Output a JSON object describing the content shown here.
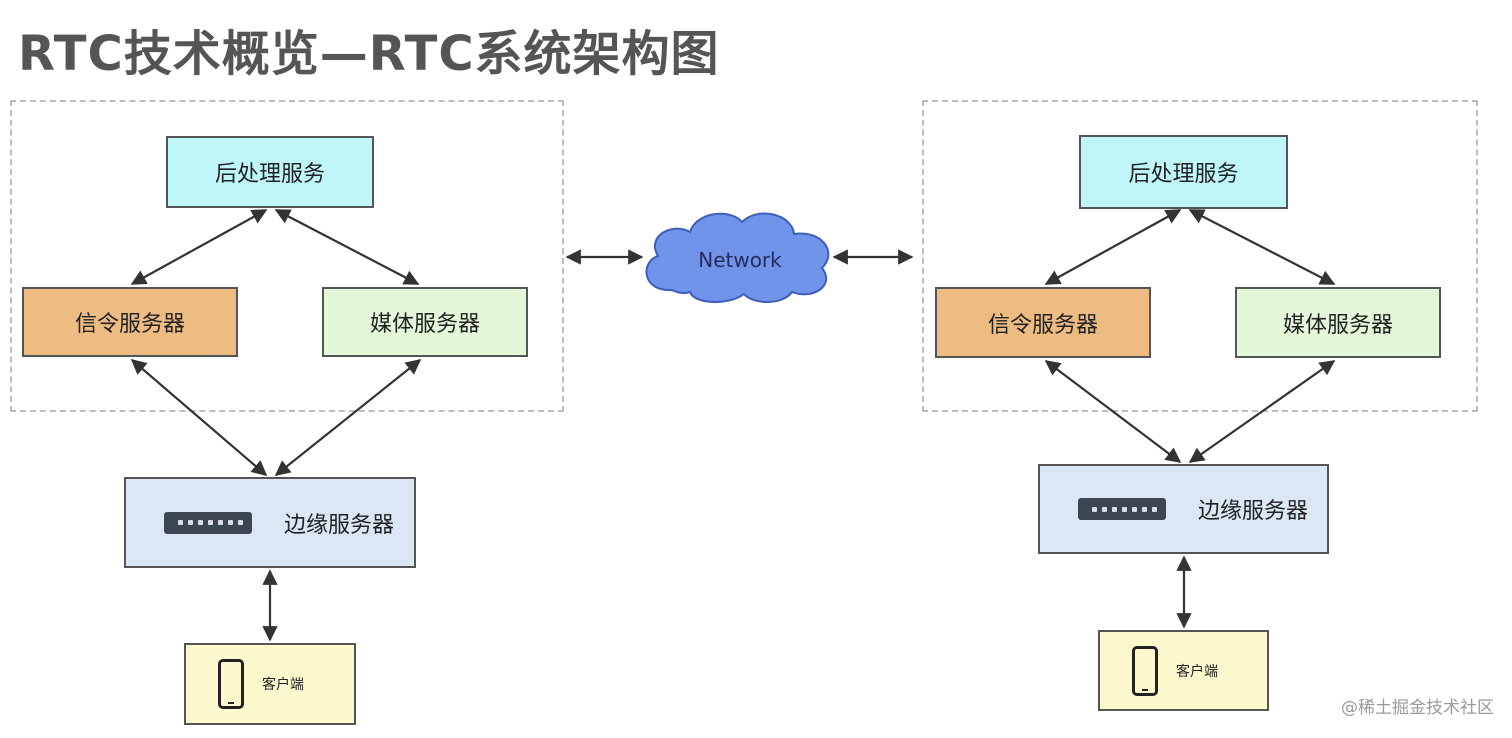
{
  "title": "RTC技术概览—RTC系统架构图",
  "left": {
    "post_processing": "后处理服务",
    "signaling_server": "信令服务器",
    "media_server": "媒体服务器",
    "edge_server": "边缘服务器",
    "client": "客户端"
  },
  "right": {
    "post_processing": "后处理服务",
    "signaling_server": "信令服务器",
    "media_server": "媒体服务器",
    "edge_server": "边缘服务器",
    "client": "客户端"
  },
  "network": {
    "label": "Network",
    "color": "#6f94ea"
  },
  "watermark": "@稀土掘金技术社区",
  "colors": {
    "post_processing": "#bff6f9",
    "signaling": "#eebb82",
    "media": "#e3f8d8",
    "edge": "#dce7f6",
    "client": "#fcf8cd"
  },
  "icons": [
    "network-switch-icon",
    "smartphone-icon",
    "cloud-icon"
  ]
}
